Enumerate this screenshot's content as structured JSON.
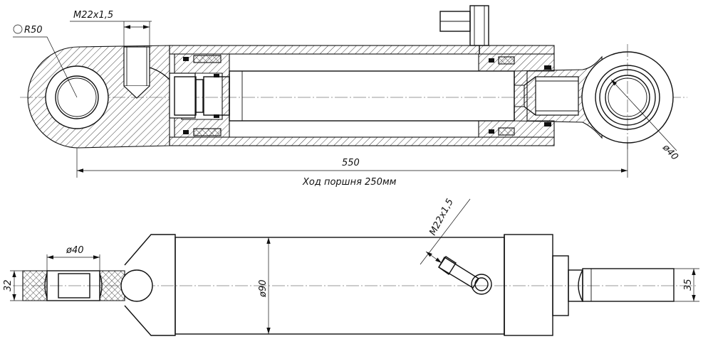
{
  "top_view": {
    "radius_label": "R50",
    "thread_label": "M22x1,5",
    "bore_label": "ø40",
    "length_label": "550",
    "stroke_label": "Ход поршня 250мм"
  },
  "bottom_view": {
    "eye_bore_label": "ø40",
    "eye_width_label": "32",
    "barrel_dia_label": "ø90",
    "thread_label": "M22x1,5",
    "rod_dia_label": "35"
  },
  "colors": {
    "line": "#111111",
    "background": "#ffffff"
  }
}
